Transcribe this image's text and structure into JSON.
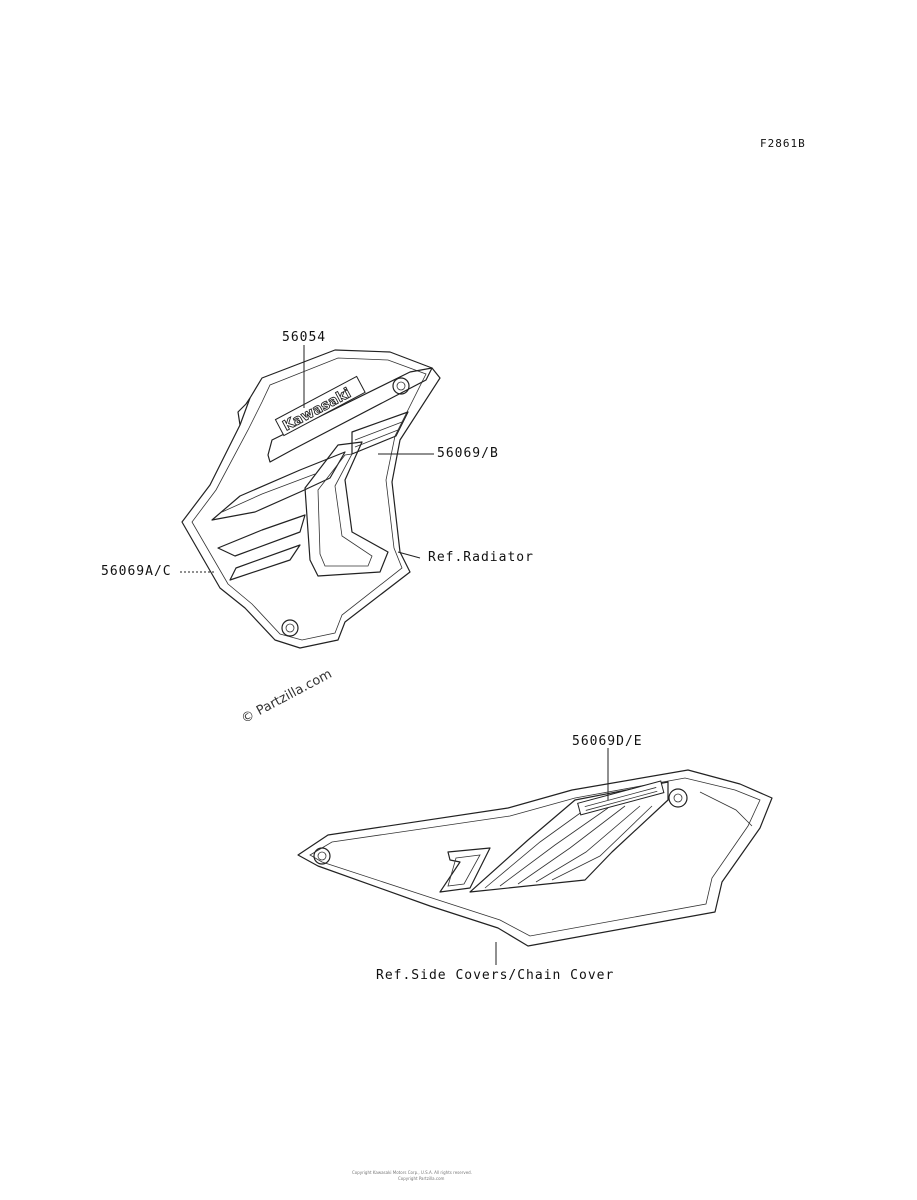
{
  "figure_id": "F2861B",
  "labels": {
    "decal_56054": "56054",
    "decal_56069B": "56069/B",
    "decal_56069AC": "56069A/C",
    "decal_56069DE": "56069D/E",
    "ref_radiator": "Ref.Radiator",
    "ref_side_covers": "Ref.Side Covers/Chain Cover"
  },
  "decal_logo_text": "Kawasaki",
  "watermark": "© Partzilla.com",
  "footer": {
    "line1": "Copyright Kawasaki Motors Corp., U.S.A. All rights reserved.",
    "line2": "Copyright Partzilla.com"
  }
}
